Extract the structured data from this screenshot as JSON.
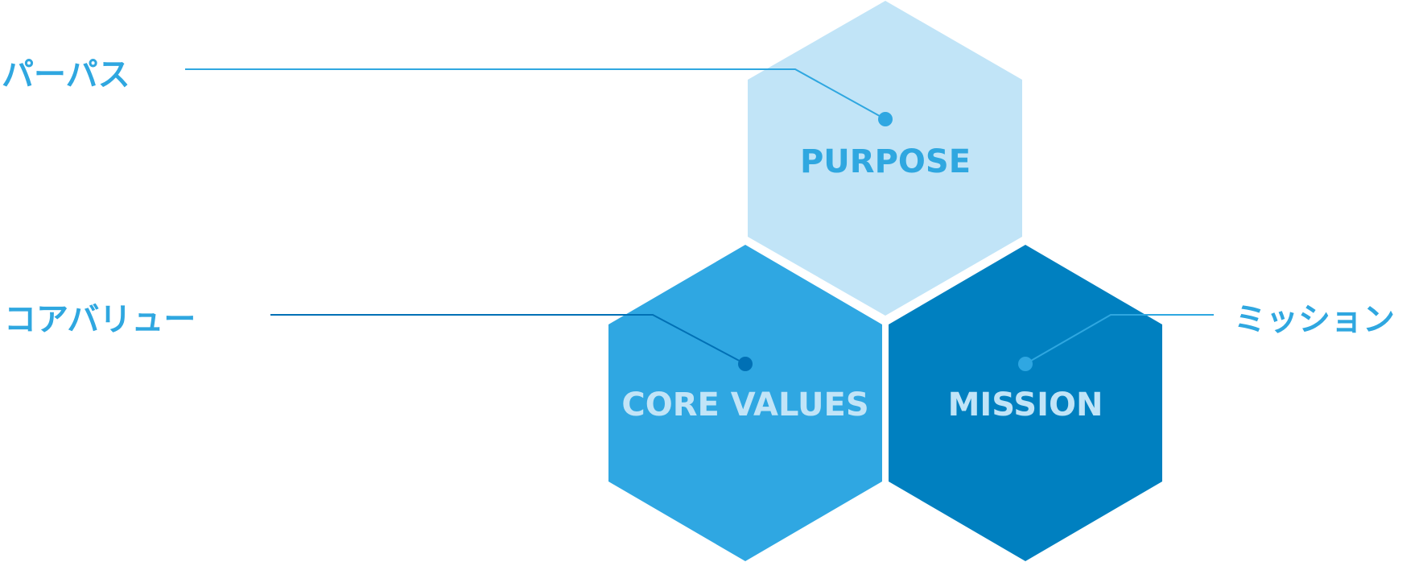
{
  "colors": {
    "purpose_fill": "#c1e4f7",
    "core_values_fill": "#2fa7e2",
    "mission_fill": "#0080c0",
    "label_blue": "#2fa7e0",
    "text_light": "#c1e4f7",
    "dot_dark": "#0070b5",
    "dot_light": "#2fa7e2"
  },
  "hexagons": {
    "purpose": {
      "label": "PURPOSE"
    },
    "core_values": {
      "label": "CORE VALUES"
    },
    "mission": {
      "label": "MISSION"
    }
  },
  "callouts": {
    "purpose": {
      "label": "パーパス"
    },
    "core_values": {
      "label": "コアバリュー"
    },
    "mission": {
      "label": "ミッション"
    }
  }
}
